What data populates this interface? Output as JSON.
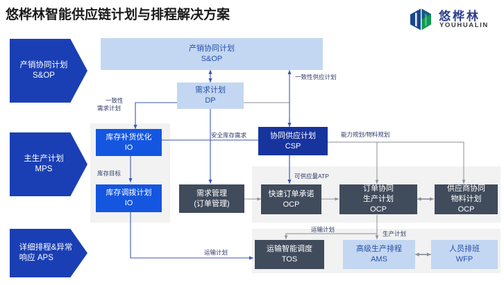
{
  "header": {
    "title": "悠桦林智能供应链计划与排程解决方案",
    "logo": {
      "cn": "悠桦林",
      "en": "YOUHUALIN",
      "mark": "logo-diamond-icon",
      "color_blue": "#18478f",
      "color_green": "#0f9a50"
    }
  },
  "accent": {
    "banner_blue": "#1a3fb5",
    "pale_blue": "#c3d7f2",
    "bright_blue": "#1456e0",
    "navy_blue": "#17349e",
    "slate_gray": "#404b5c",
    "group_gray": "#f2f2f2",
    "wire_blue": "#3b55b5",
    "wire_gray": "#8b8f99"
  },
  "bands": [
    {
      "id": "sop",
      "cn": "产销协同计划",
      "en": "S&OP"
    },
    {
      "id": "mps",
      "cn": "主生产计划",
      "en": "MPS"
    },
    {
      "id": "aps",
      "cn": "详细排程&异常",
      "en": "响应 APS"
    }
  ],
  "boxes": {
    "sop": {
      "cn": "产销协同计划",
      "en": "S&OP",
      "style": "pale"
    },
    "dp": {
      "cn": "需求计划",
      "en": "DP",
      "style": "pale"
    },
    "io1": {
      "cn": "库存补货优化",
      "en": "IO",
      "style": "bright"
    },
    "io2": {
      "cn": "库存调拨计划",
      "en": "IO",
      "style": "bright"
    },
    "dm": {
      "cn": "需求管理",
      "en": "(订单管理)",
      "style": "slate"
    },
    "csp": {
      "cn": "协同供应计划",
      "en": "CSP",
      "style": "navy"
    },
    "ocp1": {
      "cn": "快速订单承诺",
      "en": "OCP",
      "style": "slate"
    },
    "ocp2": {
      "cn": "订单协同",
      "cn2": "生产计划",
      "en": "OCP",
      "style": "slate"
    },
    "ocp3": {
      "cn": "供应商协同",
      "cn2": "物料计划",
      "en": "OCP",
      "style": "slate"
    },
    "tos": {
      "cn": "运输智能调度",
      "en": "TOS",
      "style": "slate"
    },
    "ams": {
      "cn": "高级生产排程",
      "en": "AMS",
      "style": "pale"
    },
    "wfp": {
      "cn": "人员排班",
      "en": "WFP",
      "style": "pale"
    }
  },
  "flow_labels": {
    "consistent_supply": "一致性供应计划",
    "consistent_demand_1": "一致性",
    "consistent_demand_2": "需求计划",
    "safety_stock": "安全库存需求",
    "inventory_target": "库存目标",
    "capacity_material": "能力规划/物料规划",
    "atp": "可供应量ATP",
    "transport_plan_mid": "运输计划",
    "production_plan": "生产计划",
    "transport_plan_left": "运输计划"
  }
}
